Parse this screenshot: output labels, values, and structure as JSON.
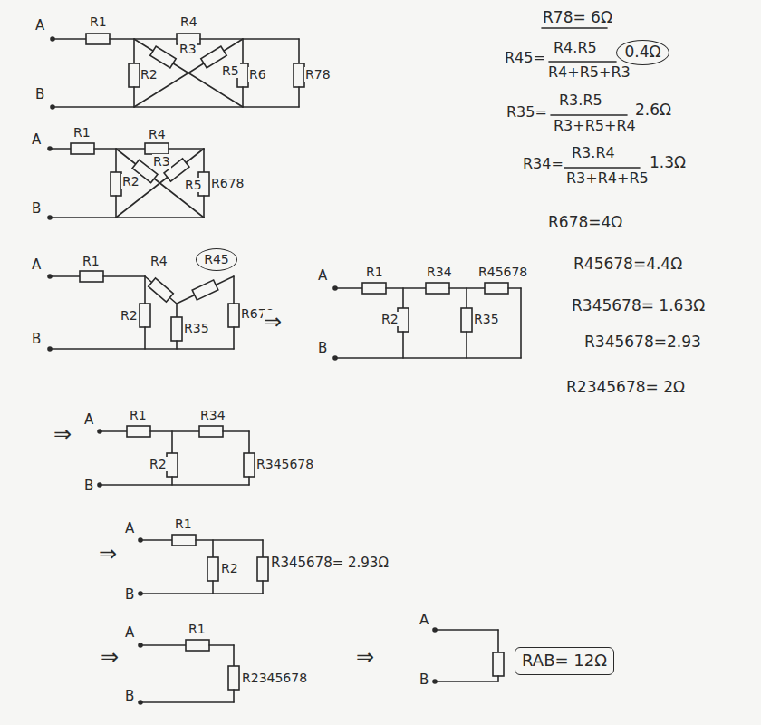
{
  "diagram": {
    "nodes": [
      {
        "text": [
          "0.4Ω"
        ]
      },
      {
        "text": [
          "R45"
        ]
      },
      {
        "text": [
          "RAB= 12Ω"
        ]
      }
    ],
    "labels": [
      "R78= 6Ω",
      "R45=",
      "R4.R5",
      "R4+R5+R3",
      "R35=",
      "R3.R5",
      "R3+R5+R4",
      "2.6Ω",
      "R34=",
      "R3.R4",
      "R3+R4+R5",
      "1.3Ω",
      "R678=4Ω",
      "R45678=4.4Ω",
      "R345678= 1.63Ω",
      "R345678=2.93",
      "R2345678= 2Ω",
      "A",
      "R1",
      "R4",
      "B",
      "R2",
      "R3",
      "R5",
      "R6",
      "R78",
      "A",
      "R1",
      "R4",
      "B",
      "R2",
      "R3",
      "R5",
      "R678",
      "A",
      "R1",
      "R4",
      "R2",
      "R35",
      "R678",
      "B",
      "⇒",
      "A",
      "R1",
      "R34",
      "R45678",
      "R2",
      "R35",
      "B",
      "⇒",
      "A",
      "R1",
      "R34",
      "R2",
      "R345678",
      "B",
      "⇒",
      "A",
      "R1",
      "R2",
      "R345678= 2.93Ω",
      "B",
      "⇒",
      "A",
      "R1",
      "R2345678",
      "B",
      "⇒",
      "A",
      "B"
    ]
  }
}
